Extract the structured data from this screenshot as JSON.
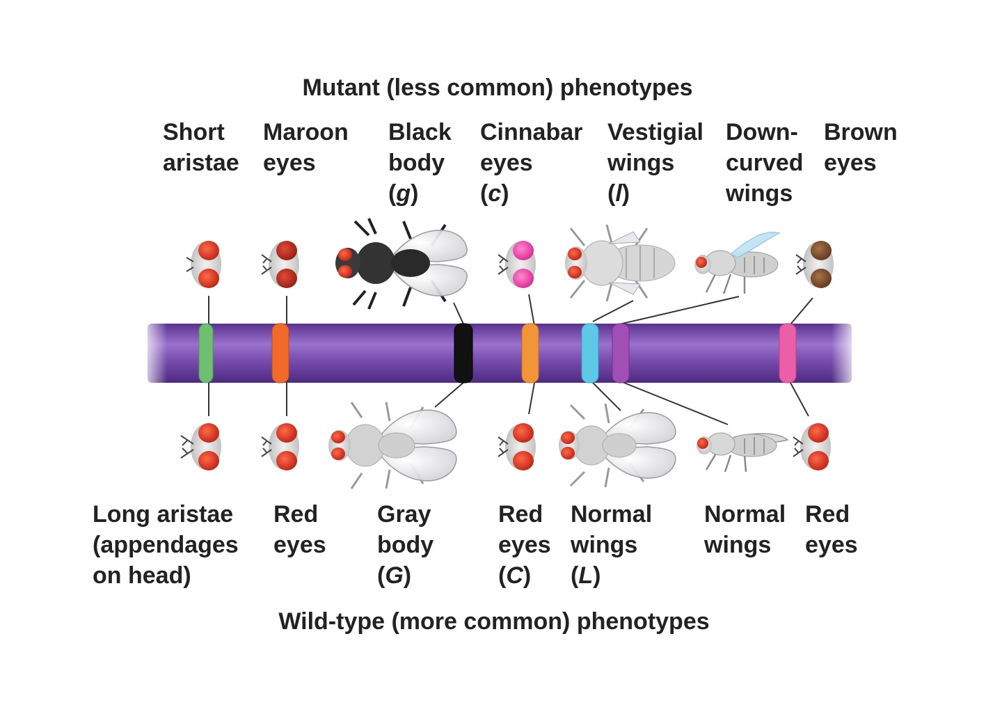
{
  "mutant_title": "Mutant (less common) phenotypes",
  "wildtype_title": "Wild-type (more common) phenotypes",
  "colors": {
    "chromosome": "#7b4fb0",
    "band_aristae": "#6fbf73",
    "band_maroon": "#f06a2a",
    "band_black": "#111111",
    "band_cinnabar": "#f2953a",
    "band_vestigial": "#5ec8e6",
    "band_curved": "#a24fb5",
    "band_brown": "#ea5fa8"
  },
  "mutant_labels": [
    {
      "line1": "Short",
      "line2": "aristae"
    },
    {
      "line1": "Maroon",
      "line2": "eyes"
    },
    {
      "line1": "Black",
      "line2": "body",
      "allele": "g"
    },
    {
      "line1": "Cinnabar",
      "line2": "eyes",
      "allele": "c"
    },
    {
      "line1": "Vestigial",
      "line2": "wings",
      "allele": "l"
    },
    {
      "line1": "Down-",
      "line2": "curved",
      "line3": "wings"
    },
    {
      "line1": "Brown",
      "line2": "eyes"
    }
  ],
  "wildtype_labels": [
    {
      "line1": "Long aristae",
      "line2": "(appendages",
      "line3": "on head)"
    },
    {
      "line1": "Red",
      "line2": "eyes"
    },
    {
      "line1": "Gray",
      "line2": "body",
      "allele": "G"
    },
    {
      "line1": "Red",
      "line2": "eyes",
      "allele": "C"
    },
    {
      "line1": "Normal",
      "line2": "wings",
      "allele": "L"
    },
    {
      "line1": "Normal",
      "line2": "wings"
    },
    {
      "line1": "Red",
      "line2": "eyes"
    }
  ]
}
